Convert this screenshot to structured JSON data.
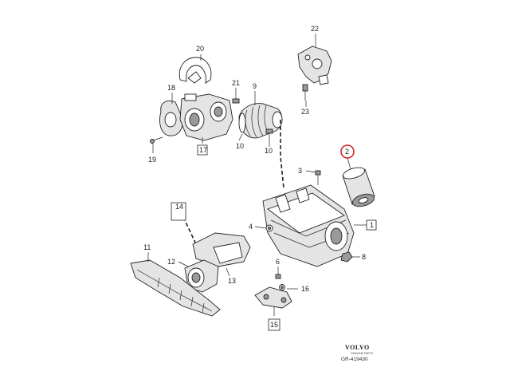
{
  "labels": {
    "l1": "1",
    "l2": "2",
    "l3": "3",
    "l4": "4",
    "l6": "6",
    "l8": "8",
    "l9": "9",
    "l10a": "10",
    "l10b": "10",
    "l11": "11",
    "l12": "12",
    "l13": "13",
    "l14": "14",
    "l15": "15",
    "l16": "16",
    "l17": "17",
    "l18": "18",
    "l19": "19",
    "l20": "20",
    "l21": "21",
    "l22": "22",
    "l23": "23"
  },
  "highlight_label": "2",
  "brand": {
    "name": "VOLVO",
    "sub": "GENUINE PARTS"
  },
  "reference": "GR-419430",
  "colors": {
    "highlight": "#d02525",
    "line": "#222222"
  }
}
